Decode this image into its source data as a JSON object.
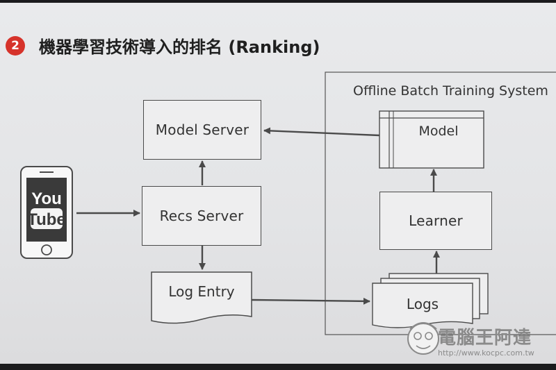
{
  "slide": {
    "badge": "2",
    "title": "機器學習技術導入的排名 (Ranking)"
  },
  "diagram": {
    "offline_group_label": "Offline Batch Training System",
    "nodes": {
      "model_server": "Model Server",
      "recs_server": "Recs Server",
      "log_entry": "Log Entry",
      "model": "Model",
      "learner": "Learner",
      "logs": "Logs"
    },
    "phone_app": {
      "logo_line1": "You",
      "logo_line2": "Tube"
    },
    "edges": [
      {
        "from": "phone",
        "to": "recs_server"
      },
      {
        "from": "recs_server",
        "to": "model_server"
      },
      {
        "from": "recs_server",
        "to": "log_entry"
      },
      {
        "from": "log_entry",
        "to": "logs"
      },
      {
        "from": "logs",
        "to": "learner"
      },
      {
        "from": "learner",
        "to": "model"
      },
      {
        "from": "model",
        "to": "model_server"
      }
    ]
  },
  "watermark": {
    "brand": "電腦王阿達",
    "url": "http://www.kocpc.com.tw"
  },
  "colors": {
    "badge": "#d6332b",
    "box_border": "#4a4a4a",
    "arrow": "#4a4a4a",
    "background": "#e6e7e9"
  }
}
